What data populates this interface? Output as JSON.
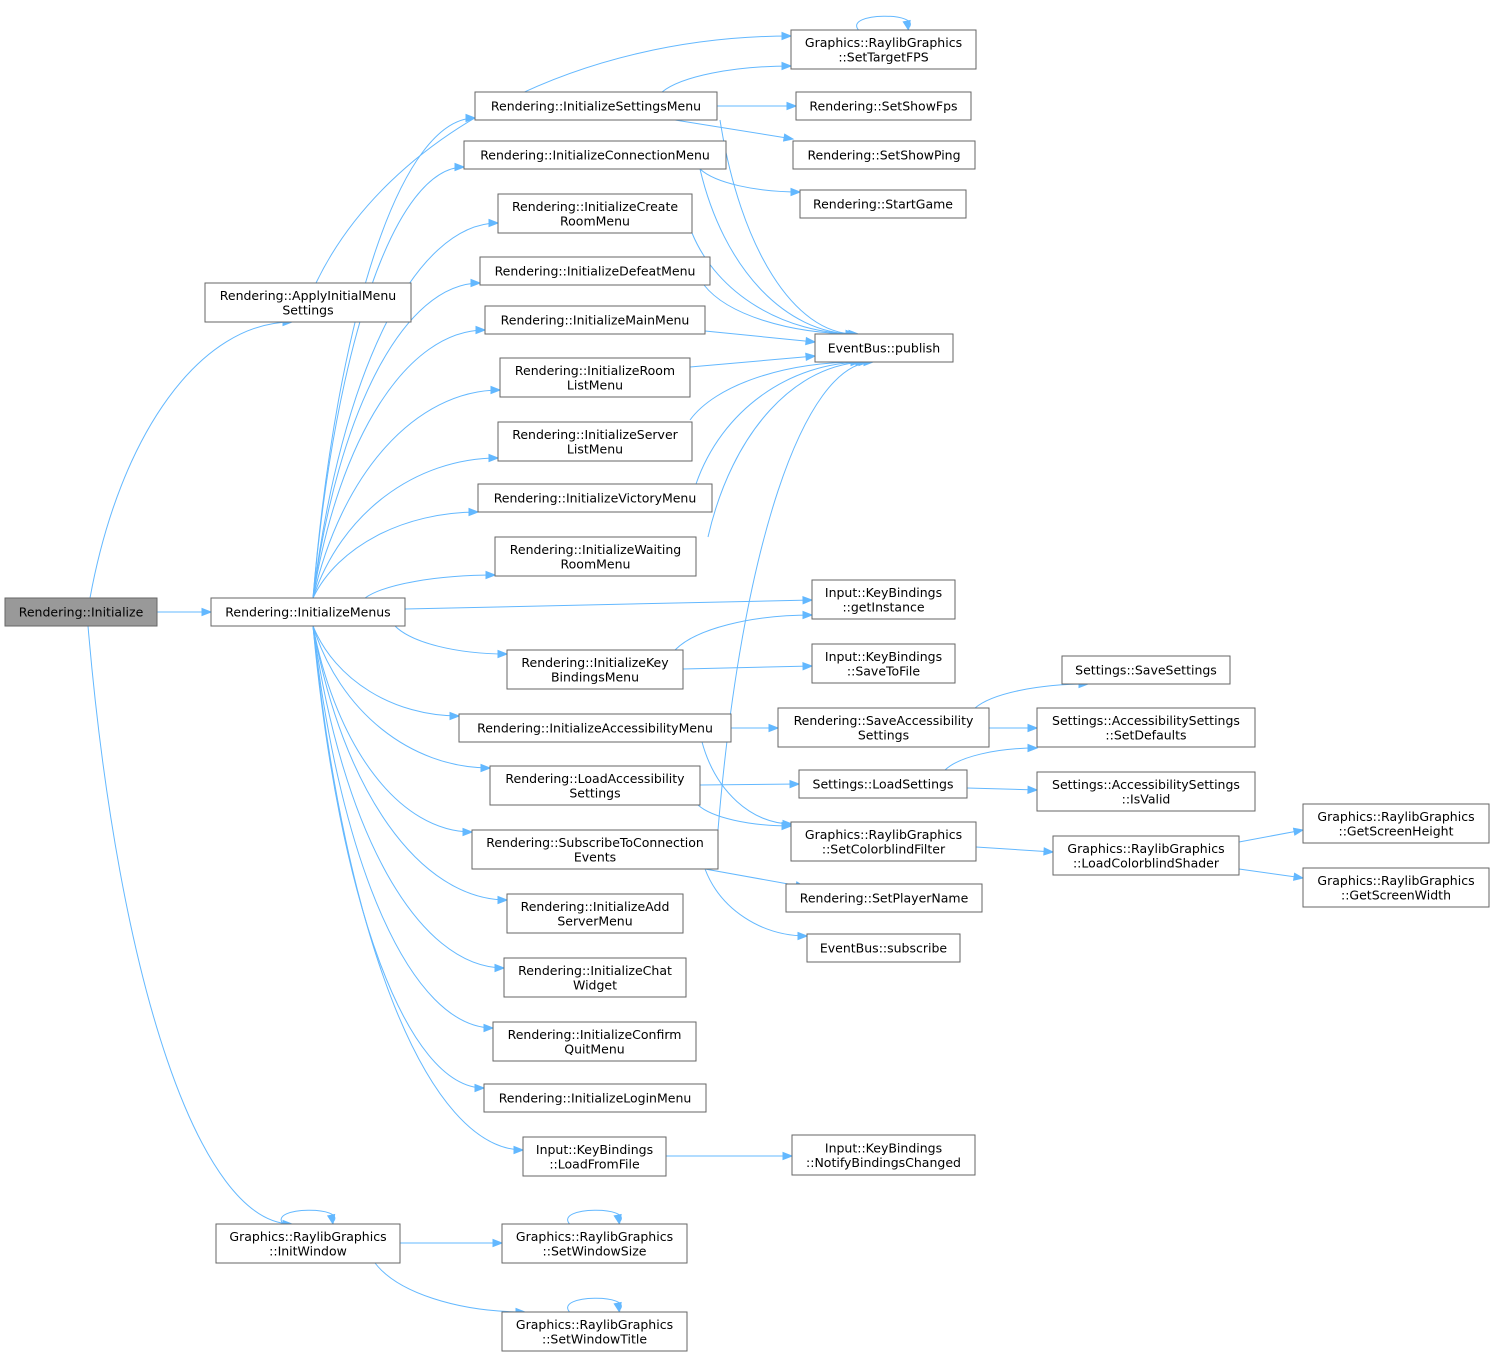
{
  "nodes": [
    {
      "id": "initialize",
      "lines": [
        "Rendering::Initialize"
      ],
      "root": true
    },
    {
      "id": "apply_initial",
      "lines": [
        "Rendering::ApplyInitialMenu",
        "Settings"
      ]
    },
    {
      "id": "init_menus",
      "lines": [
        "Rendering::InitializeMenus"
      ]
    },
    {
      "id": "init_window",
      "lines": [
        "Graphics::RaylibGraphics",
        "::InitWindow"
      ]
    },
    {
      "id": "set_target_fps",
      "lines": [
        "Graphics::RaylibGraphics",
        "::SetTargetFPS"
      ]
    },
    {
      "id": "init_settings_menu",
      "lines": [
        "Rendering::InitializeSettingsMenu"
      ]
    },
    {
      "id": "init_connection_menu",
      "lines": [
        "Rendering::InitializeConnectionMenu"
      ]
    },
    {
      "id": "init_create_room",
      "lines": [
        "Rendering::InitializeCreate",
        "RoomMenu"
      ]
    },
    {
      "id": "init_defeat",
      "lines": [
        "Rendering::InitializeDefeatMenu"
      ]
    },
    {
      "id": "init_main",
      "lines": [
        "Rendering::InitializeMainMenu"
      ]
    },
    {
      "id": "init_room_list",
      "lines": [
        "Rendering::InitializeRoom",
        "ListMenu"
      ]
    },
    {
      "id": "init_server_list",
      "lines": [
        "Rendering::InitializeServer",
        "ListMenu"
      ]
    },
    {
      "id": "init_victory",
      "lines": [
        "Rendering::InitializeVictoryMenu"
      ]
    },
    {
      "id": "init_waiting",
      "lines": [
        "Rendering::InitializeWaiting",
        "RoomMenu"
      ]
    },
    {
      "id": "init_keybindings",
      "lines": [
        "Rendering::InitializeKey",
        "BindingsMenu"
      ]
    },
    {
      "id": "init_accessibility",
      "lines": [
        "Rendering::InitializeAccessibilityMenu"
      ]
    },
    {
      "id": "load_accessibility",
      "lines": [
        "Rendering::LoadAccessibility",
        "Settings"
      ]
    },
    {
      "id": "subscribe_conn",
      "lines": [
        "Rendering::SubscribeToConnection",
        "Events"
      ]
    },
    {
      "id": "init_add_server",
      "lines": [
        "Rendering::InitializeAdd",
        "ServerMenu"
      ]
    },
    {
      "id": "init_chat",
      "lines": [
        "Rendering::InitializeChat",
        "Widget"
      ]
    },
    {
      "id": "init_confirm_quit",
      "lines": [
        "Rendering::InitializeConfirm",
        "QuitMenu"
      ]
    },
    {
      "id": "init_login",
      "lines": [
        "Rendering::InitializeLoginMenu"
      ]
    },
    {
      "id": "kb_load_from_file",
      "lines": [
        "Input::KeyBindings",
        "::LoadFromFile"
      ]
    },
    {
      "id": "set_window_size",
      "lines": [
        "Graphics::RaylibGraphics",
        "::SetWindowSize"
      ]
    },
    {
      "id": "set_window_title",
      "lines": [
        "Graphics::RaylibGraphics",
        "::SetWindowTitle"
      ]
    },
    {
      "id": "set_show_fps",
      "lines": [
        "Rendering::SetShowFps"
      ]
    },
    {
      "id": "set_show_ping",
      "lines": [
        "Rendering::SetShowPing"
      ]
    },
    {
      "id": "start_game",
      "lines": [
        "Rendering::StartGame"
      ]
    },
    {
      "id": "publish",
      "lines": [
        "EventBus::publish"
      ]
    },
    {
      "id": "kb_get_instance",
      "lines": [
        "Input::KeyBindings",
        "::getInstance"
      ]
    },
    {
      "id": "kb_save_to_file",
      "lines": [
        "Input::KeyBindings",
        "::SaveToFile"
      ]
    },
    {
      "id": "save_accessibility",
      "lines": [
        "Rendering::SaveAccessibility",
        "Settings"
      ]
    },
    {
      "id": "load_settings",
      "lines": [
        "Settings::LoadSettings"
      ]
    },
    {
      "id": "set_colorblind",
      "lines": [
        "Graphics::RaylibGraphics",
        "::SetColorblindFilter"
      ]
    },
    {
      "id": "set_player_name",
      "lines": [
        "Rendering::SetPlayerName"
      ]
    },
    {
      "id": "eb_subscribe",
      "lines": [
        "EventBus::subscribe"
      ]
    },
    {
      "id": "kb_notify",
      "lines": [
        "Input::KeyBindings",
        "::NotifyBindingsChanged"
      ]
    },
    {
      "id": "save_settings",
      "lines": [
        "Settings::SaveSettings"
      ]
    },
    {
      "id": "acc_set_defaults",
      "lines": [
        "Settings::AccessibilitySettings",
        "::SetDefaults"
      ]
    },
    {
      "id": "acc_is_valid",
      "lines": [
        "Settings::AccessibilitySettings",
        "::IsValid"
      ]
    },
    {
      "id": "load_colorblind_shader",
      "lines": [
        "Graphics::RaylibGraphics",
        "::LoadColorblindShader"
      ]
    },
    {
      "id": "get_screen_height",
      "lines": [
        "Graphics::RaylibGraphics",
        "::GetScreenHeight"
      ]
    },
    {
      "id": "get_screen_width",
      "lines": [
        "Graphics::RaylibGraphics",
        "::GetScreenWidth"
      ]
    }
  ],
  "edges": [
    [
      "initialize",
      "apply_initial"
    ],
    [
      "initialize",
      "init_menus"
    ],
    [
      "initialize",
      "init_window"
    ],
    [
      "apply_initial",
      "set_target_fps"
    ],
    [
      "init_menus",
      "init_settings_menu"
    ],
    [
      "init_menus",
      "init_connection_menu"
    ],
    [
      "init_menus",
      "init_create_room"
    ],
    [
      "init_menus",
      "init_defeat"
    ],
    [
      "init_menus",
      "init_main"
    ],
    [
      "init_menus",
      "init_room_list"
    ],
    [
      "init_menus",
      "init_server_list"
    ],
    [
      "init_menus",
      "init_victory"
    ],
    [
      "init_menus",
      "init_waiting"
    ],
    [
      "init_menus",
      "kb_get_instance"
    ],
    [
      "init_menus",
      "init_keybindings"
    ],
    [
      "init_menus",
      "init_accessibility"
    ],
    [
      "init_menus",
      "load_accessibility"
    ],
    [
      "init_menus",
      "subscribe_conn"
    ],
    [
      "init_menus",
      "init_add_server"
    ],
    [
      "init_menus",
      "init_chat"
    ],
    [
      "init_menus",
      "init_confirm_quit"
    ],
    [
      "init_menus",
      "init_login"
    ],
    [
      "init_menus",
      "kb_load_from_file"
    ],
    [
      "init_window",
      "init_window"
    ],
    [
      "init_window",
      "set_window_size"
    ],
    [
      "init_window",
      "set_window_title"
    ],
    [
      "set_window_size",
      "set_window_size"
    ],
    [
      "set_window_title",
      "set_window_title"
    ],
    [
      "set_target_fps",
      "set_target_fps"
    ],
    [
      "init_settings_menu",
      "set_target_fps"
    ],
    [
      "init_settings_menu",
      "set_show_fps"
    ],
    [
      "init_settings_menu",
      "set_show_ping"
    ],
    [
      "init_settings_menu",
      "publish"
    ],
    [
      "init_connection_menu",
      "start_game"
    ],
    [
      "init_connection_menu",
      "publish"
    ],
    [
      "init_create_room",
      "publish"
    ],
    [
      "init_defeat",
      "publish"
    ],
    [
      "init_main",
      "publish"
    ],
    [
      "init_room_list",
      "publish"
    ],
    [
      "init_server_list",
      "publish"
    ],
    [
      "init_victory",
      "publish"
    ],
    [
      "init_waiting",
      "publish"
    ],
    [
      "init_keybindings",
      "kb_get_instance"
    ],
    [
      "init_keybindings",
      "kb_save_to_file"
    ],
    [
      "init_accessibility",
      "save_accessibility"
    ],
    [
      "init_accessibility",
      "set_colorblind"
    ],
    [
      "load_accessibility",
      "load_settings"
    ],
    [
      "load_accessibility",
      "set_colorblind"
    ],
    [
      "subscribe_conn",
      "publish"
    ],
    [
      "subscribe_conn",
      "set_player_name"
    ],
    [
      "subscribe_conn",
      "eb_subscribe"
    ],
    [
      "kb_load_from_file",
      "kb_notify"
    ],
    [
      "save_accessibility",
      "save_settings"
    ],
    [
      "save_accessibility",
      "acc_set_defaults"
    ],
    [
      "load_settings",
      "acc_set_defaults"
    ],
    [
      "load_settings",
      "acc_is_valid"
    ],
    [
      "set_colorblind",
      "load_colorblind_shader"
    ],
    [
      "load_colorblind_shader",
      "get_screen_height"
    ],
    [
      "load_colorblind_shader",
      "get_screen_width"
    ]
  ]
}
